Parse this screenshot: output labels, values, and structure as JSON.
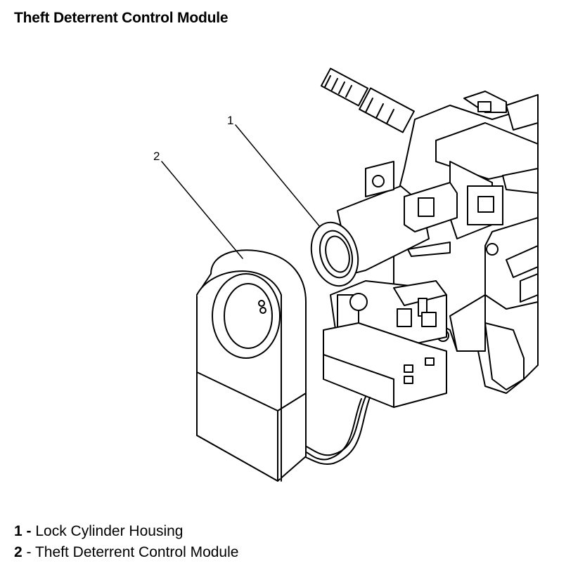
{
  "title": "Theft Deterrent Control Module",
  "callouts": [
    {
      "number": "1"
    },
    {
      "number": "2"
    }
  ],
  "legend": [
    {
      "number": "1",
      "separator": " - ",
      "label": "Lock Cylinder Housing"
    },
    {
      "number": "2",
      "separator": " - ",
      "label": "Theft Deterrent Control Module"
    }
  ]
}
